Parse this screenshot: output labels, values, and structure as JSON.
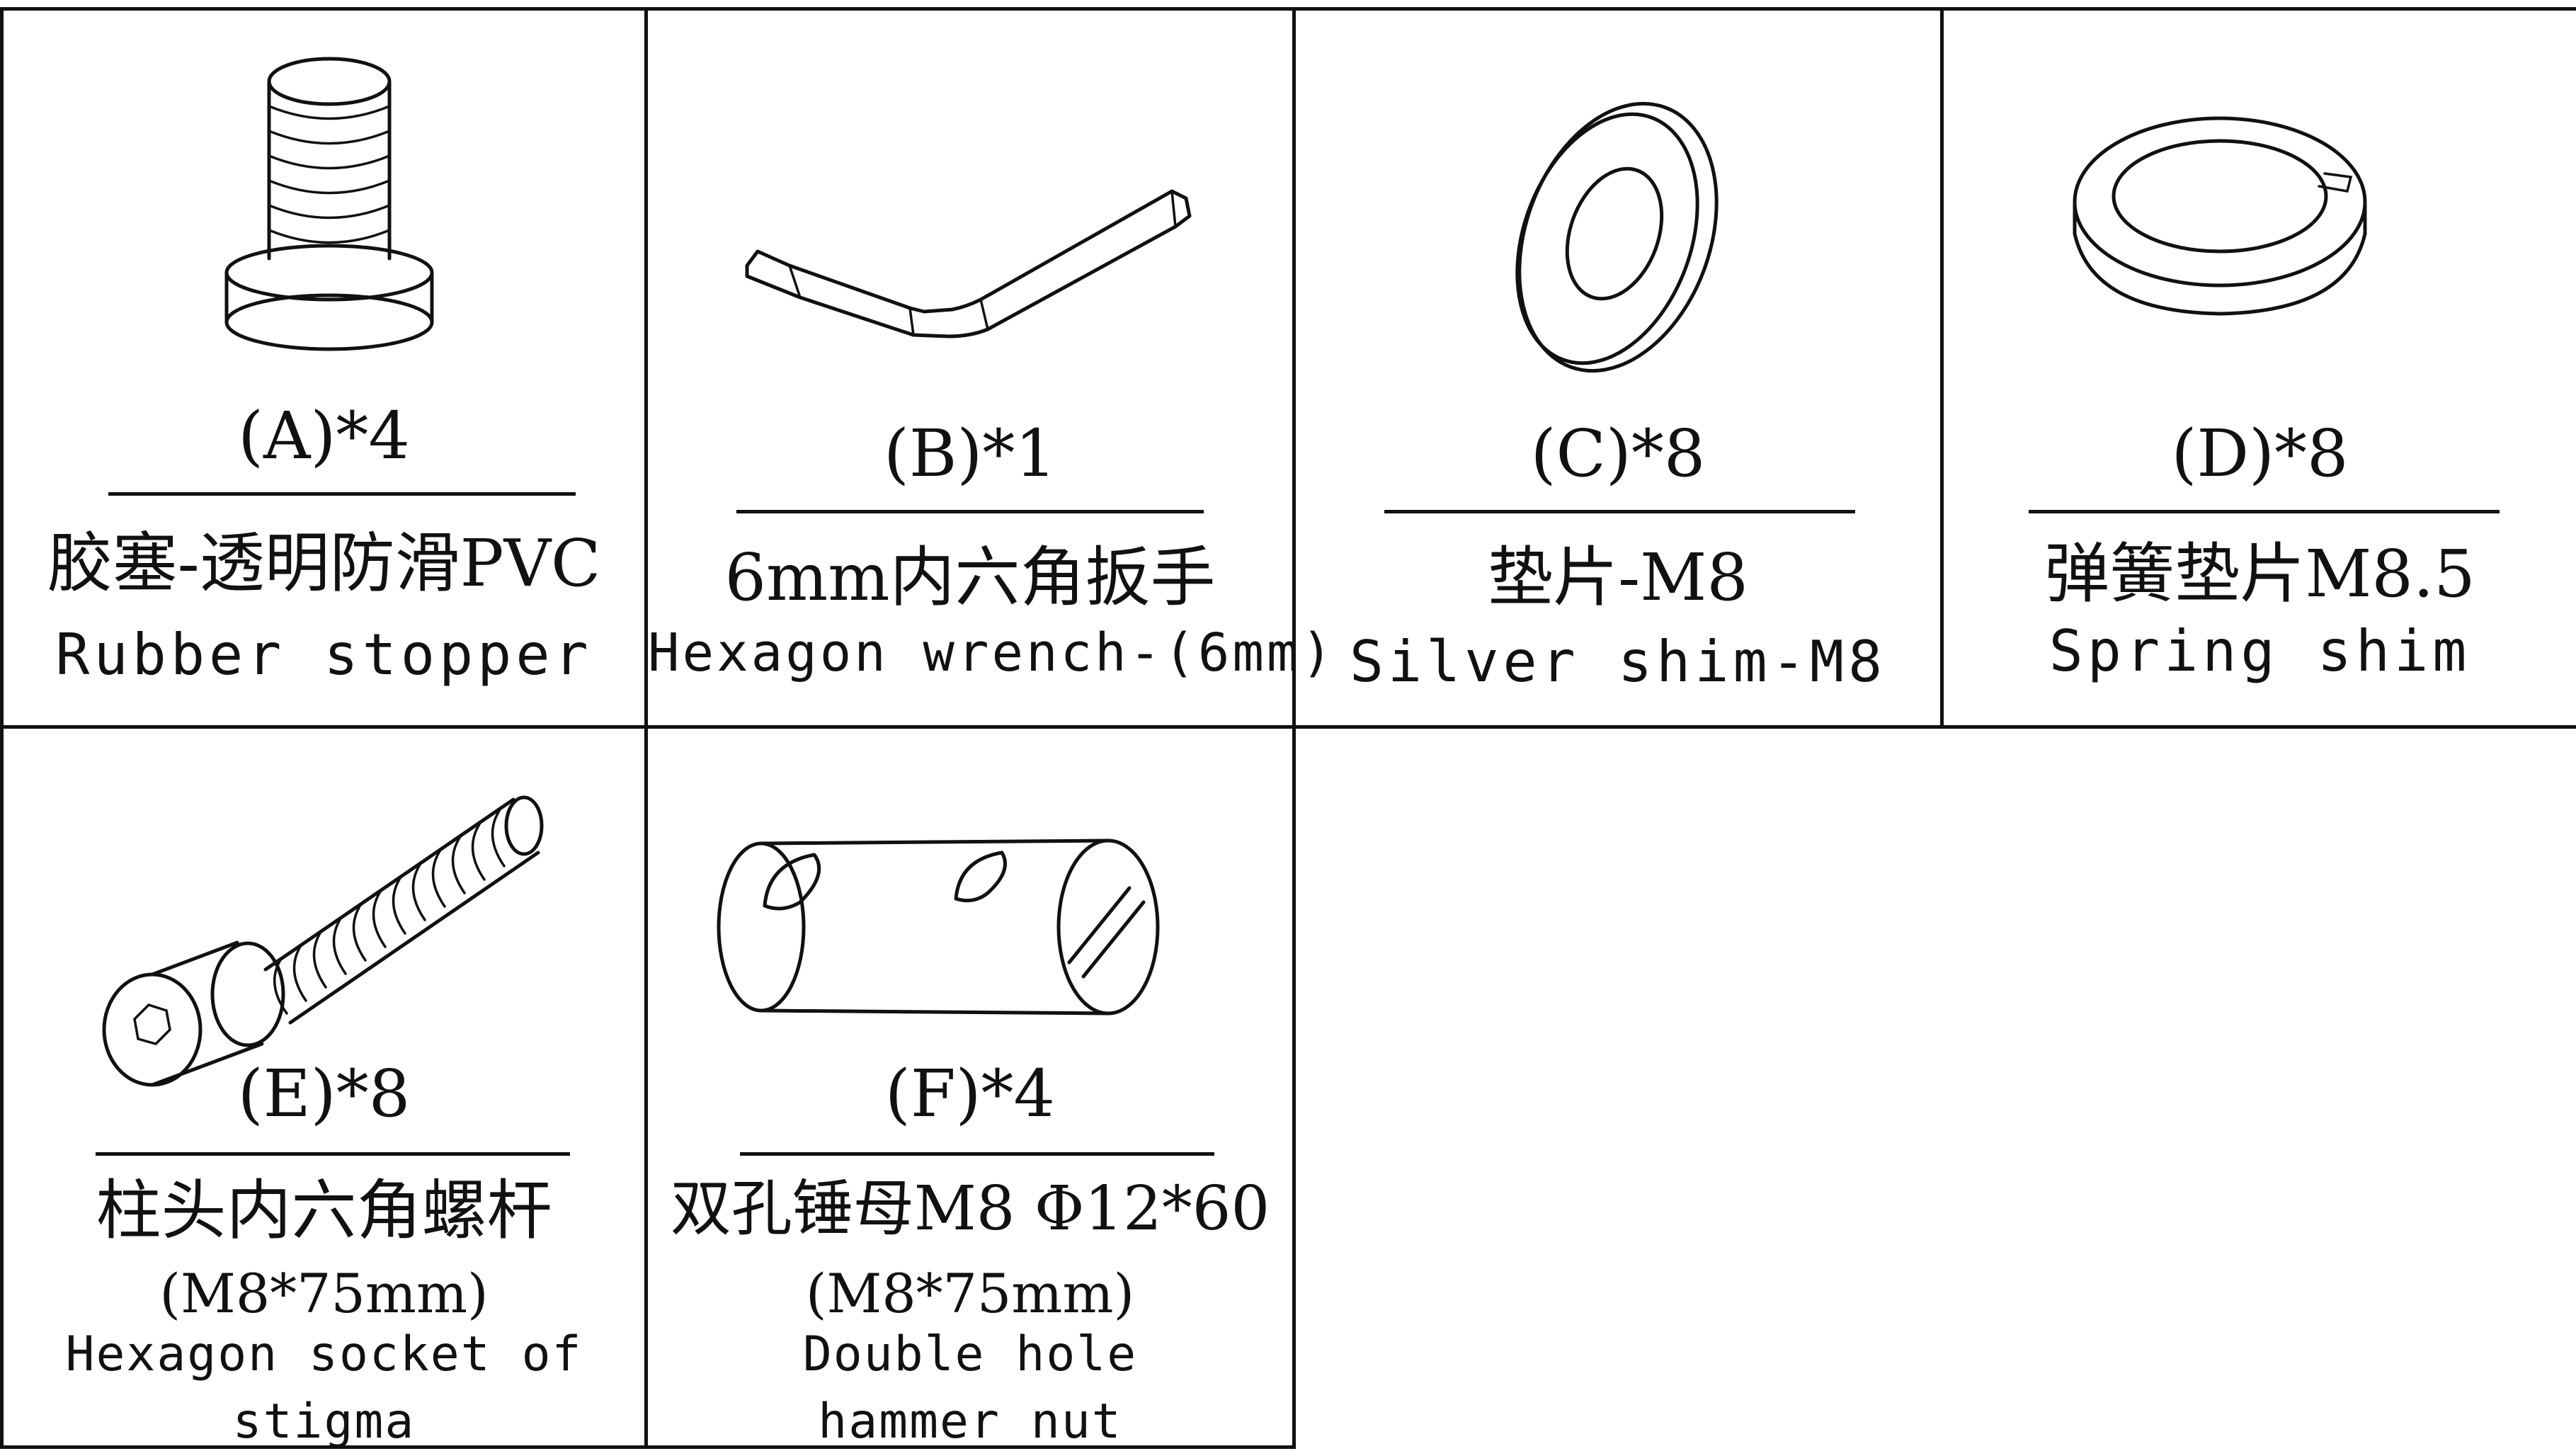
{
  "parts": [
    {
      "code": "(A)*4",
      "name_zh": "胶塞-透明防滑PVC",
      "name_en": [
        "Rubber stopper"
      ],
      "icon": "rubber-stopper-icon"
    },
    {
      "code": "(B)*1",
      "name_zh": "6mm内六角扳手",
      "name_en": [
        "Hexagon wrench-(6mm)"
      ],
      "icon": "hex-wrench-icon"
    },
    {
      "code": "(C)*8",
      "name_zh": "垫片-M8",
      "name_en": [
        "Silver shim-M8"
      ],
      "icon": "flat-washer-icon"
    },
    {
      "code": "(D)*8",
      "name_zh": "弹簧垫片M8.5",
      "name_en": [
        "Spring shim"
      ],
      "icon": "spring-washer-icon"
    },
    {
      "code": "(E)*8",
      "name_zh": "柱头内六角螺杆",
      "spec": "(M8*75mm)",
      "name_en": [
        "Hexagon socket of",
        "stigma"
      ],
      "icon": "socket-cap-screw-icon"
    },
    {
      "code": "(F)*4",
      "name_zh": "双孔锤母M8 Φ12*60",
      "spec": "(M8*75mm)",
      "name_en": [
        "Double hole",
        "hammer nut"
      ],
      "icon": "hammer-nut-icon"
    }
  ]
}
